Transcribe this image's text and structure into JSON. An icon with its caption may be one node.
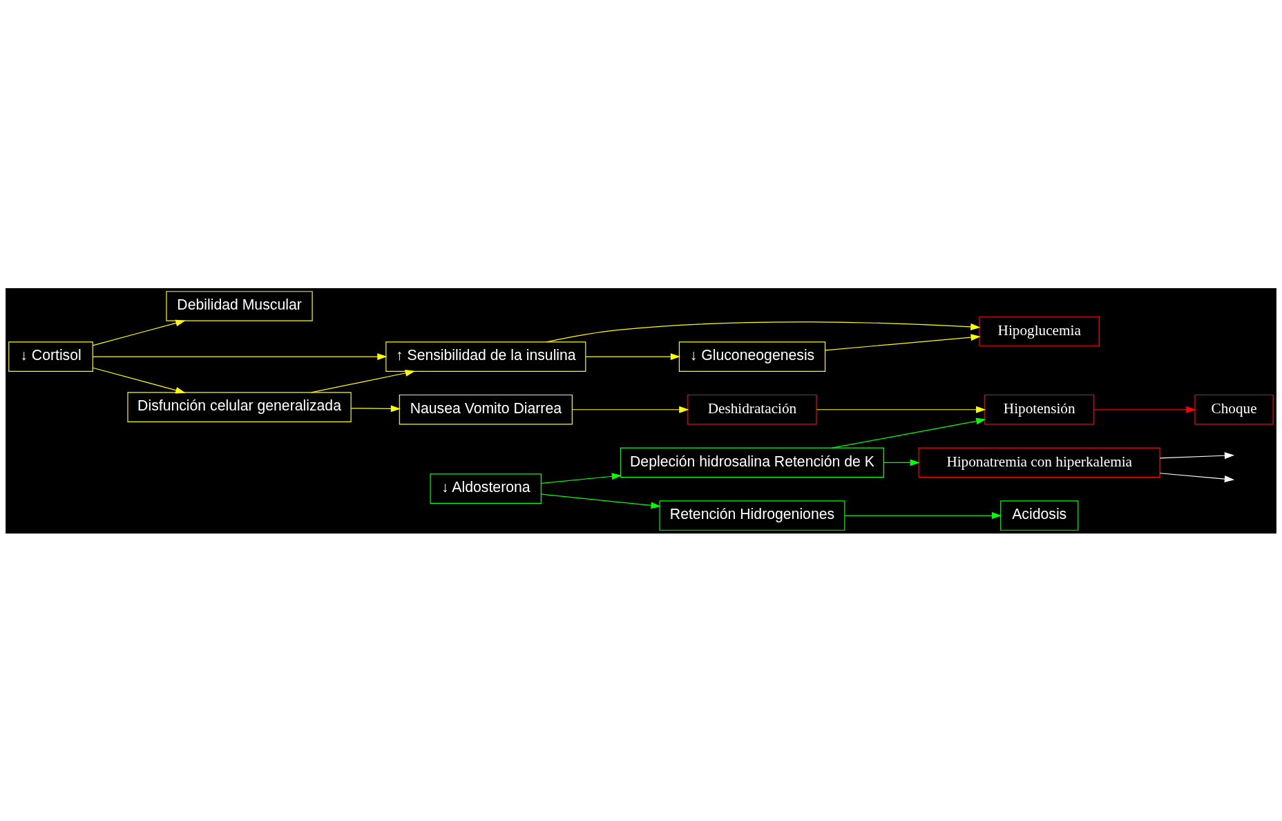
{
  "diagram": {
    "nodes": [
      {
        "text": [
          "↓ Gluconeogenesis"
        ]
      },
      {
        "text": [
          "Debilidad Muscular"
        ]
      },
      {
        "text": [
          "↑ Sensibilidad de la insulina"
        ]
      },
      {
        "text": [
          "Hipoglucemia"
        ]
      },
      {
        "text": [
          "↓ Cortisol"
        ]
      },
      {
        "text": [
          "Disfunción celular generalizada"
        ]
      },
      {
        "text": [
          "Nausea Vomito Diarrea"
        ]
      },
      {
        "text": [
          "Deshidratación"
        ]
      },
      {
        "text": [
          "↓ Aldosterona"
        ]
      },
      {
        "text": [
          "Hipotensión"
        ]
      },
      {
        "text": [
          "Choque"
        ]
      },
      {
        "text": [
          "Retención Hidrogeniones"
        ]
      },
      {
        "text": [
          "Depleción hidrosalina Retención de K"
        ]
      },
      {
        "text": [
          "Hiponatremia con hiperkalemia"
        ]
      },
      {
        "text": [
          "Acidosis"
        ]
      }
    ],
    "edges": [
      {
        "from": 4,
        "to": 1,
        "arrow": "to"
      },
      {
        "from": 4,
        "to": 2,
        "arrow": "to"
      },
      {
        "from": 4,
        "to": 5,
        "arrow": "to"
      },
      {
        "from": 5,
        "to": 2,
        "arrow": "to"
      },
      {
        "from": 2,
        "to": 0,
        "arrow": "to"
      },
      {
        "from": 0,
        "to": 3,
        "arrow": "to"
      },
      {
        "from": 2,
        "to": 3,
        "arrow": "to"
      },
      {
        "from": 5,
        "to": 6,
        "arrow": "to"
      },
      {
        "from": 6,
        "to": 7,
        "arrow": "to"
      },
      {
        "from": 7,
        "to": 9,
        "arrow": "to"
      },
      {
        "from": 9,
        "to": 10,
        "arrow": "to",
        "color": "#ff0000"
      },
      {
        "from": 8,
        "to": 11,
        "arrow": "to",
        "color": "#00ff00"
      },
      {
        "from": 8,
        "to": 12,
        "arrow": "to",
        "color": "#00ff00"
      },
      {
        "from": 11,
        "to": 14,
        "arrow": "to",
        "color": "#00ff00"
      },
      {
        "from": 12,
        "to": 9,
        "arrow": "to",
        "color": "#00ff00"
      },
      {
        "from": 12,
        "to": 13,
        "arrow": "to",
        "color": "#00ff00"
      },
      {
        "from": 13,
        "to": null,
        "arrow": "to",
        "color": "#ffffff"
      },
      {
        "from": 13,
        "to": null,
        "arrow": "to",
        "color": "#ffffff"
      }
    ]
  }
}
